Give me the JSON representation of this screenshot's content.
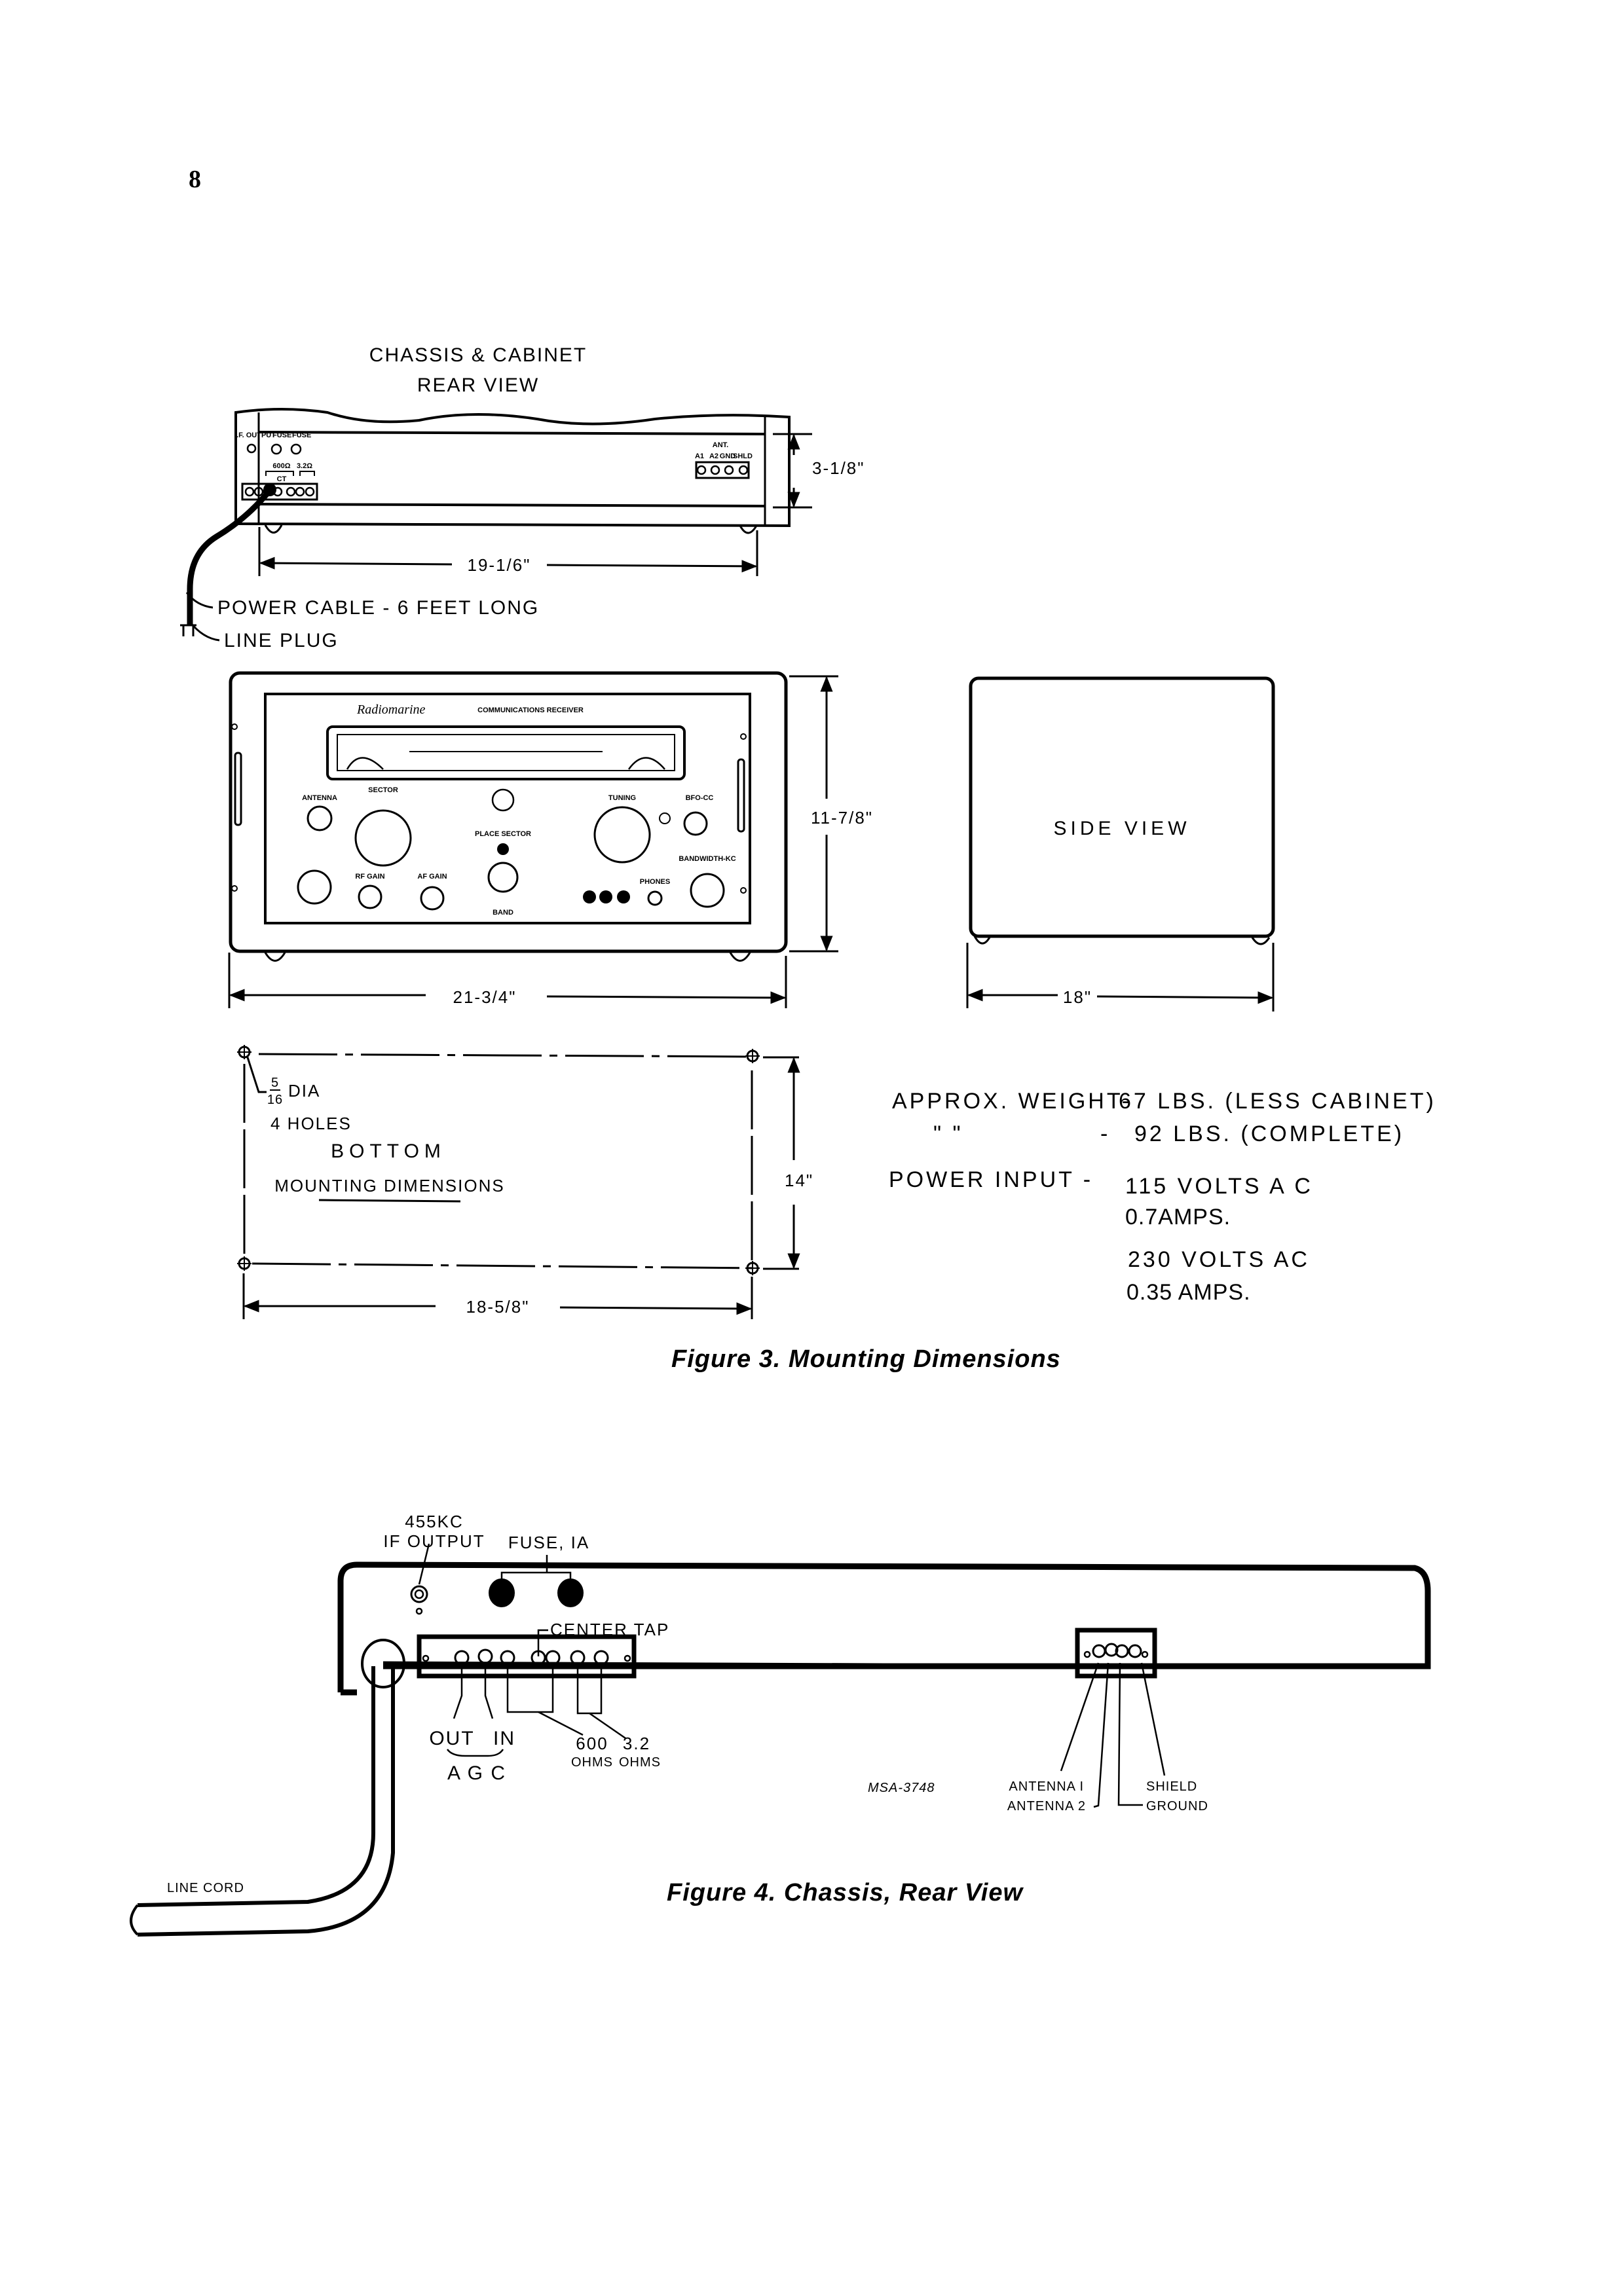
{
  "page": {
    "number": "8"
  },
  "figure3": {
    "caption": "Figure 3. Mounting Dimensions",
    "rear_view": {
      "title_line1": "CHASSIS & CABINET",
      "title_line2": "REAR VIEW",
      "labels": {
        "if_output": "I.F. OUTPUT",
        "fuse1": "FUSE",
        "fuse2": "FUSE",
        "ohm600": "600Ω",
        "ct": "CT",
        "ohm32": "3.2Ω",
        "ant": "ANT.",
        "a1": "A1",
        "a2": "A2",
        "gnd": "GND",
        "shld": "SHLD"
      },
      "width_dim": "19-1/6\"",
      "height_dim": "3-1/8\"",
      "power_cable": "POWER CABLE - 6 FEET LONG",
      "line_plug": "LINE PLUG"
    },
    "front_view": {
      "brand": "Radiomarine",
      "model": "COMMUNICATIONS RECEIVER",
      "controls": {
        "antenna": "ANTENNA",
        "sector": "SECTOR",
        "place_sector": "PLACE SECTOR",
        "tuning": "TUNING",
        "bfo": "BFO-CC",
        "bandwidth": "BANDWIDTH-KC",
        "rf_gain": "RF GAIN",
        "af_gain": "AF GAIN",
        "band": "BAND",
        "phones": "PHONES"
      },
      "width_dim": "21-3/4\"",
      "height_dim": "11-7/8\""
    },
    "side_view": {
      "title": "SIDE VIEW",
      "width_dim": "18\""
    },
    "bottom_view": {
      "hole_fraction_num": "5",
      "hole_fraction_den": "16",
      "hole_dia": "DIA",
      "holes": "4 HOLES",
      "title": "BOTTOM",
      "subtitle": "MOUNTING DIMENSIONS",
      "width_dim": "18-5/8\"",
      "height_dim": "14\""
    },
    "specs": {
      "weight_label": "APPROX. WEIGHT-",
      "weight1": "67 LBS. (LESS CABINET)",
      "ditto": "\"          \"",
      "dash": "-",
      "weight2": "92 LBS. (COMPLETE)",
      "power_label": "POWER INPUT -",
      "power1_volts": "115 VOLTS A C",
      "power1_amps": "0.7AMPS.",
      "power2_volts": "230 VOLTS AC",
      "power2_amps": "0.35 AMPS."
    }
  },
  "figure4": {
    "caption": "Figure 4. Chassis, Rear View",
    "labels": {
      "if_freq": "455KC",
      "if_output": "IF OUTPUT",
      "fuse": "FUSE, IA",
      "center_tap": "CENTER TAP",
      "out": "OUT",
      "in": "IN",
      "agc": "A G C",
      "ohms600_val": "600",
      "ohms600_unit": "OHMS",
      "ohms32_val": "3.2",
      "ohms32_unit": "OHMS",
      "drawing_no": "MSA-3748",
      "antenna1": "ANTENNA I",
      "antenna2": "ANTENNA 2",
      "shield": "SHIELD",
      "ground": "GROUND",
      "line_cord": "LINE CORD"
    }
  }
}
